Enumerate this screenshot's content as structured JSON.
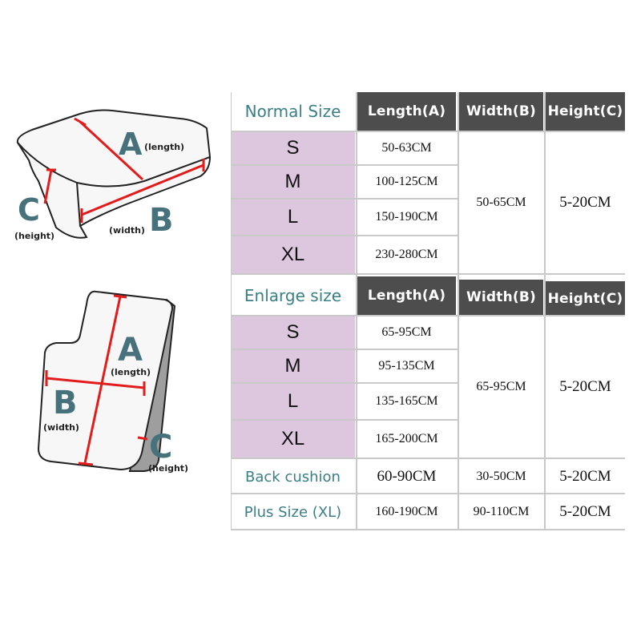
{
  "diagram_top": {
    "letter_a": "A",
    "label_a": "(length)",
    "letter_b": "B",
    "label_b": "(width)",
    "letter_c": "C",
    "label_c": "(height)"
  },
  "diagram_bottom": {
    "letter_a": "A",
    "label_a": "(length)",
    "letter_b": "B",
    "label_b": "(width)",
    "letter_c": "C",
    "label_c": "(height)"
  },
  "normal": {
    "title": "Normal Size",
    "headers": [
      "Length(A)",
      "Width(B)",
      "Height(C)"
    ],
    "sizes": [
      "S",
      "M",
      "L",
      "XL"
    ],
    "lengths": [
      "50-63CM",
      "100-125CM",
      "150-190CM",
      "230-280CM"
    ],
    "width": "50-65CM",
    "height": "5-20CM"
  },
  "enlarge": {
    "title": "Enlarge size",
    "headers": [
      "Length(A)",
      "Width(B)",
      "Height(C)"
    ],
    "sizes": [
      "S",
      "M",
      "L",
      "XL"
    ],
    "lengths": [
      "65-95CM",
      "95-135CM",
      "135-165CM",
      "165-200CM"
    ],
    "width": "65-95CM",
    "height": "5-20CM"
  },
  "back_cushion": {
    "label": "Back cushion",
    "length": "60-90CM",
    "width": "30-50CM",
    "height": "5-20CM"
  },
  "plus_size": {
    "label": "Plus Size (XL)",
    "length": "160-190CM",
    "width": "90-110CM",
    "height": "5-20CM"
  },
  "colors": {
    "header_dark": "#4d4d4d",
    "size_bg": "#dcc7df",
    "title_teal": "#3a7f86",
    "measure_red": "#e21b1b",
    "letter_teal": "#47717b"
  }
}
